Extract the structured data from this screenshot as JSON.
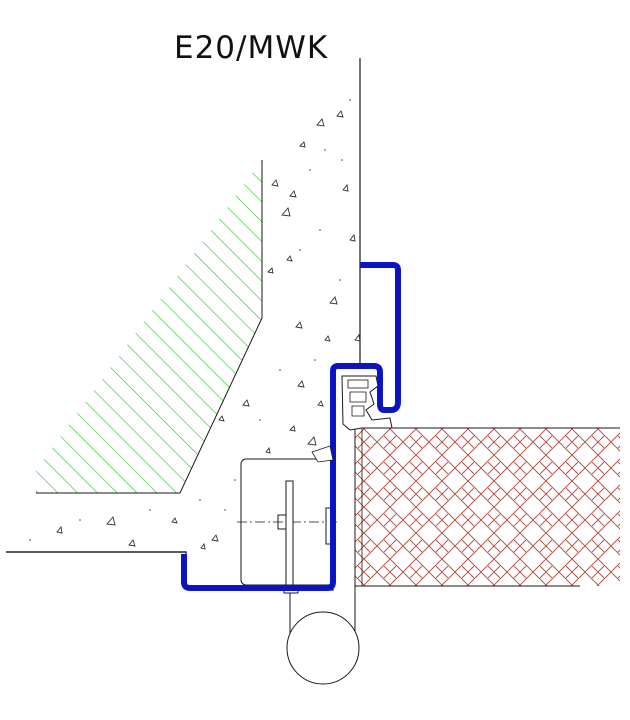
{
  "title": "E20/MWK",
  "colors": {
    "line": "#1a1a1a",
    "profile_blue": "#0a14d8",
    "insulation_hatch": "#22c422",
    "brick_pattern": "#b54a3c"
  },
  "components": [
    "concrete-wall",
    "insulation-layer",
    "steel-frame-profile",
    "rubber-seal",
    "door-leaf",
    "reinforcement-bar",
    "anchor-plate"
  ]
}
